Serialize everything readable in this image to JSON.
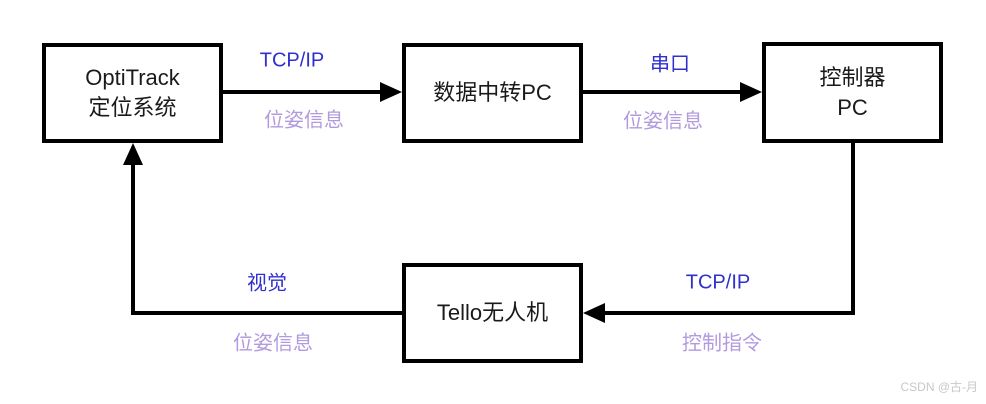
{
  "colors": {
    "protocol": "#3030cc",
    "payload": "#b29ade",
    "line": "#000000",
    "node_border": "#000000",
    "watermark": "#c8c8c8"
  },
  "diagram": {
    "nodes": {
      "optitrack": {
        "line1": "OptiTrack",
        "line2": "定位系统"
      },
      "relay_pc": {
        "label": "数据中转PC"
      },
      "controller_pc": {
        "line1": "控制器",
        "line2": "PC"
      },
      "tello": {
        "label": "Tello无人机"
      }
    },
    "edges": {
      "optitrack_to_relay": {
        "from": "OptiTrack 定位系统",
        "to": "数据中转PC",
        "protocol": "TCP/IP",
        "payload": "位姿信息"
      },
      "relay_to_controller": {
        "from": "数据中转PC",
        "to": "控制器 PC",
        "protocol": "串口",
        "payload": "位姿信息"
      },
      "controller_to_tello": {
        "from": "控制器 PC",
        "to": "Tello无人机",
        "protocol": "TCP/IP",
        "payload": "控制指令"
      },
      "tello_to_optitrack": {
        "from": "Tello无人机",
        "to": "OptiTrack 定位系统",
        "protocol": "视觉",
        "payload": "位姿信息"
      }
    }
  },
  "watermark": "CSDN @古-月"
}
